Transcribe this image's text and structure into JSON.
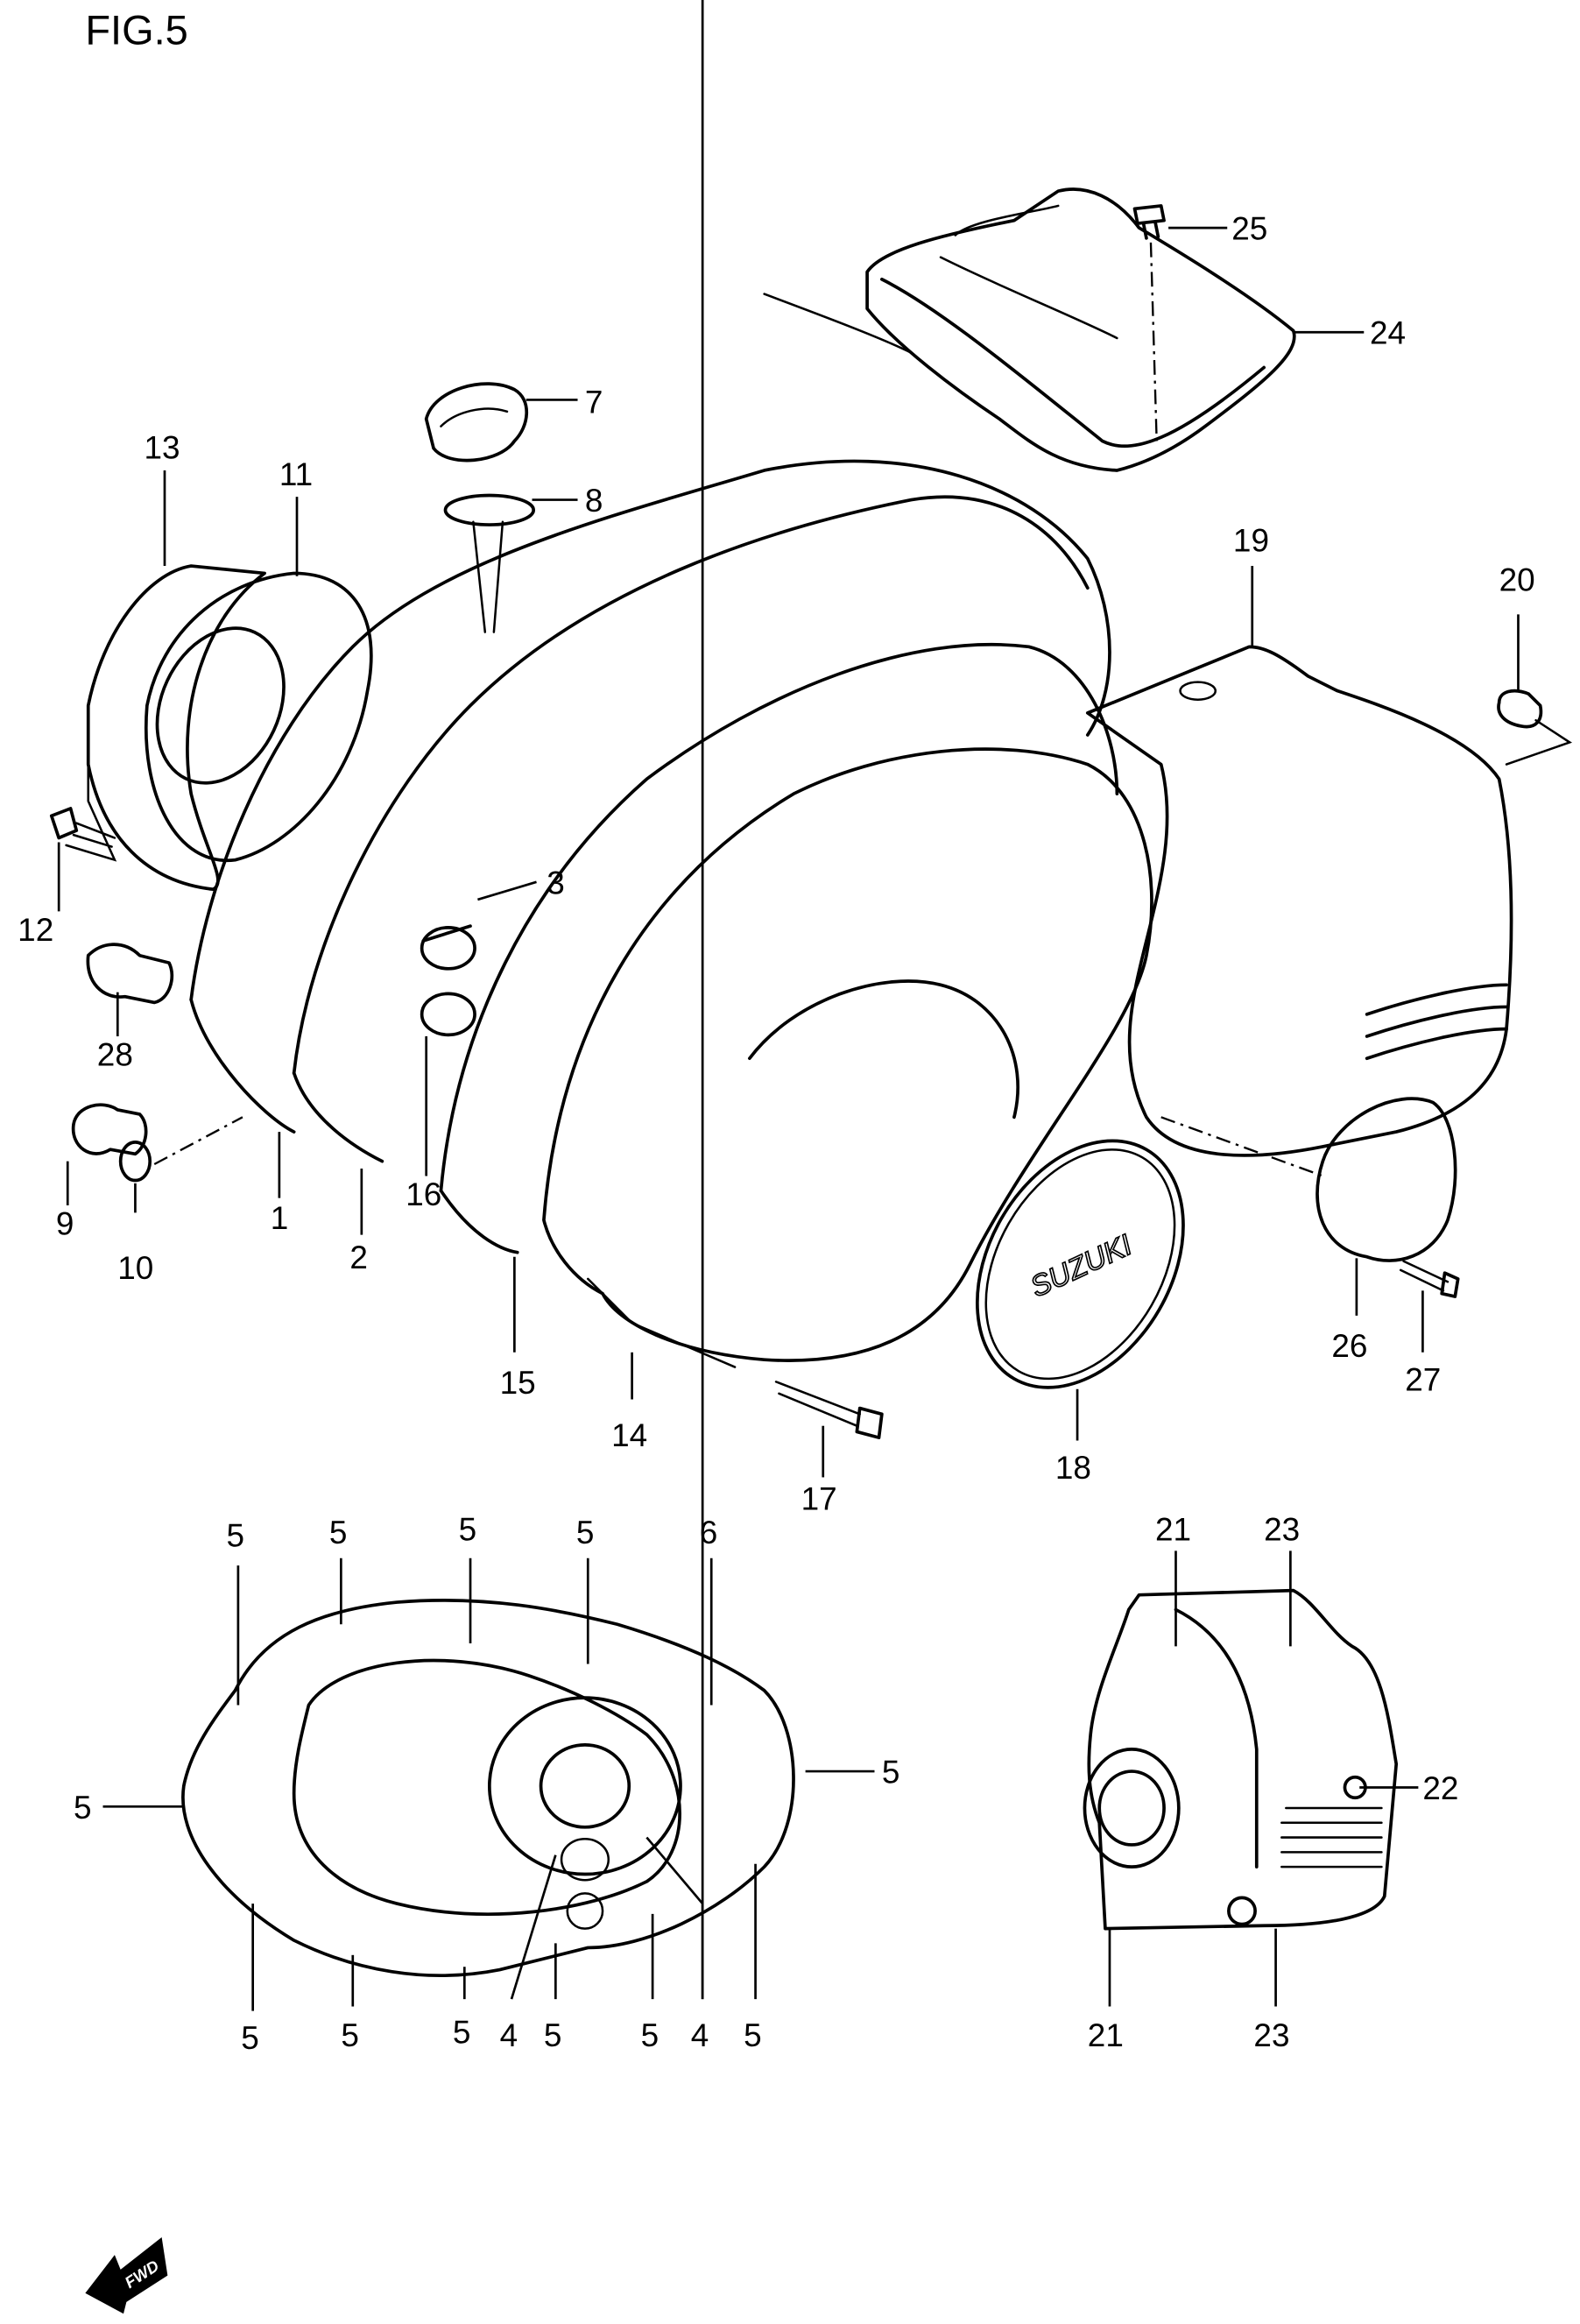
{
  "figure": {
    "title": "FIG.5",
    "emblem_text": "SUZUKI",
    "direction_indicator": "FWD",
    "line_color": "#000000",
    "background_color": "#ffffff"
  },
  "parts": [
    {
      "id": "1",
      "label": "1"
    },
    {
      "id": "2",
      "label": "2"
    },
    {
      "id": "3",
      "label": "3"
    },
    {
      "id": "7",
      "label": "7"
    },
    {
      "id": "8",
      "label": "8"
    },
    {
      "id": "9",
      "label": "9"
    },
    {
      "id": "10",
      "label": "10"
    },
    {
      "id": "11",
      "label": "11"
    },
    {
      "id": "12",
      "label": "12"
    },
    {
      "id": "13",
      "label": "13"
    },
    {
      "id": "14",
      "label": "14"
    },
    {
      "id": "15",
      "label": "15"
    },
    {
      "id": "16",
      "label": "16"
    },
    {
      "id": "17",
      "label": "17"
    },
    {
      "id": "18",
      "label": "18"
    },
    {
      "id": "19",
      "label": "19"
    },
    {
      "id": "20",
      "label": "20"
    },
    {
      "id": "24",
      "label": "24"
    },
    {
      "id": "25",
      "label": "25"
    },
    {
      "id": "26",
      "label": "26"
    },
    {
      "id": "27",
      "label": "27"
    },
    {
      "id": "28",
      "label": "28"
    }
  ],
  "gasket_detail": {
    "top_labels": [
      "5",
      "5",
      "5",
      "5",
      "6"
    ],
    "side_labels": [
      "5",
      "5"
    ],
    "bottom_labels": [
      "5",
      "5",
      "5",
      "4",
      "5",
      "5",
      "4",
      "5"
    ]
  },
  "cover_detail": {
    "top_labels": [
      "21",
      "23"
    ],
    "side_label": "22",
    "bottom_labels": [
      "21",
      "23"
    ]
  }
}
